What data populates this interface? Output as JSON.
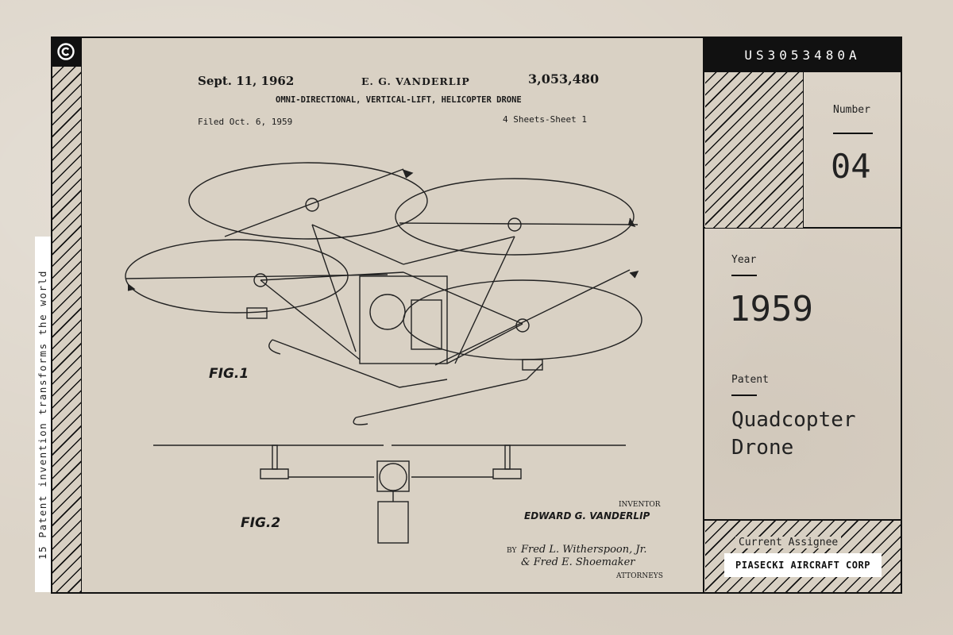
{
  "side_caption": "15 Patent invention transforms the world",
  "patent_number": "US3053480A",
  "number": {
    "label": "Number",
    "value": "04"
  },
  "year": {
    "label": "Year",
    "value": "1959"
  },
  "patent": {
    "label": "Patent",
    "line1": "Quadcopter",
    "line2": "Drone"
  },
  "assignee": {
    "label": "Current Assignee",
    "value": "PIASECKI AIRCRAFT CORP"
  },
  "sheet": {
    "date": "Sept. 11, 1962",
    "inventor_header": "E. G. VANDERLIP",
    "number": "3,053,480",
    "title": "OMNI-DIRECTIONAL, VERTICAL-LIFT, HELICOPTER DRONE",
    "filed": "Filed Oct. 6, 1959",
    "sheets": "4 Sheets-Sheet 1",
    "fig1": "FIG.1",
    "fig2": "FIG.2",
    "inventor_label": "INVENTOR",
    "inventor_name": "EDWARD G. VANDERLIP",
    "by": "BY",
    "attorney_sig1": "Fred L. Witherspoon, Jr.",
    "attorney_sig2": "& Fred E. Shoemaker",
    "attorneys_label": "ATTORNEYS"
  },
  "colors": {
    "ink": "#111111",
    "paper": "#d9d1c4",
    "background": "#dcd4c8"
  },
  "icons": {
    "copyright": "copyright-icon"
  }
}
